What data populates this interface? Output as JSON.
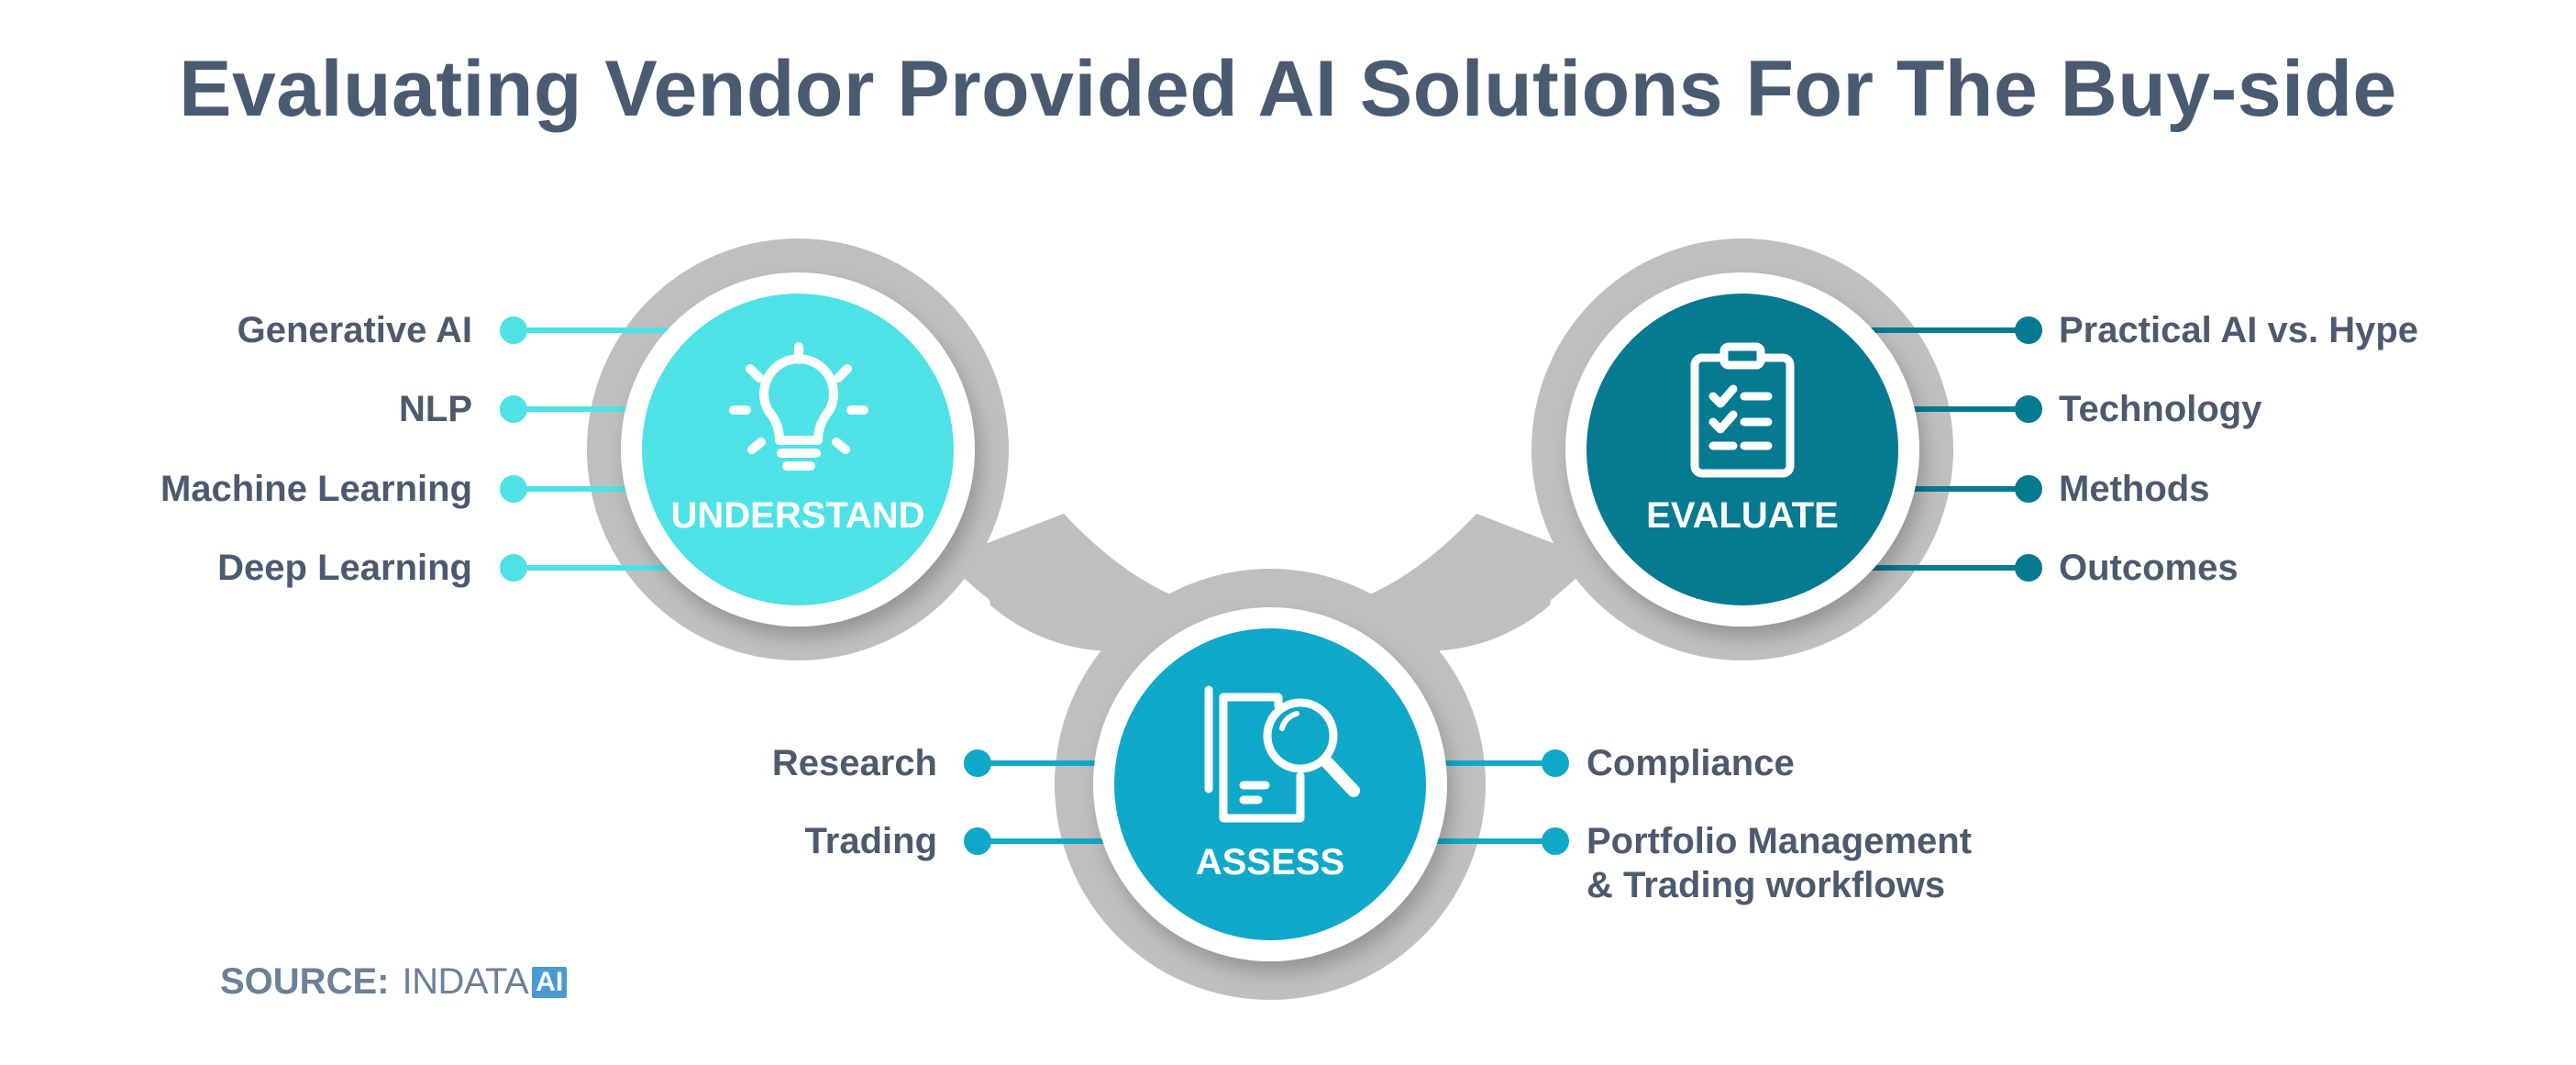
{
  "title": "Evaluating Vendor Provided AI Solutions For The Buy-side",
  "colors": {
    "understand": "#4ee2e6",
    "assess": "#10a8c9",
    "evaluate": "#067a91",
    "ring": "#bfbfbf",
    "text": "#4d5a6e"
  },
  "stages": {
    "understand": {
      "label": "UNDERSTAND",
      "icon": "lightbulb-icon",
      "items": [
        "Generative AI",
        "NLP",
        "Machine Learning",
        "Deep Learning"
      ]
    },
    "assess": {
      "label": "ASSESS",
      "icon": "document-search-icon",
      "left_items": [
        "Research",
        "Trading"
      ],
      "right_items": [
        "Compliance",
        "Portfolio Management",
        "& Trading workflows"
      ]
    },
    "evaluate": {
      "label": "EVALUATE",
      "icon": "clipboard-checklist-icon",
      "items": [
        "Practical AI vs. Hype",
        "Technology",
        "Methods",
        "Outcomes"
      ]
    }
  },
  "source": {
    "key": "SOURCE:",
    "brand": "INDATA",
    "badge": "AI"
  }
}
